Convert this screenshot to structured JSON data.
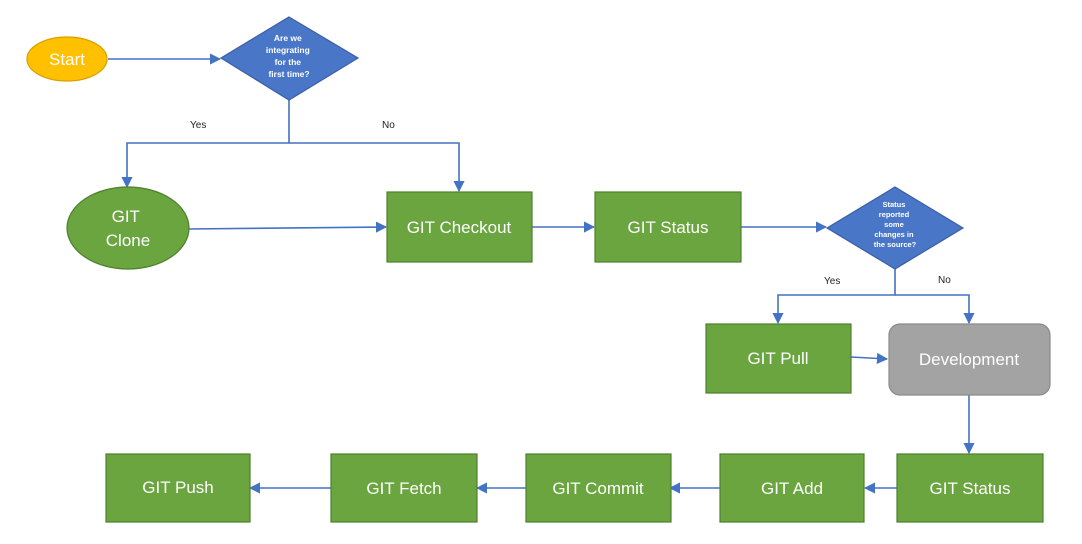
{
  "colors": {
    "process": "#6aa53f",
    "process_border": "#4f7f2e",
    "decision": "#4a76c8",
    "decision_border": "#3a5fa6",
    "start": "#ffc000",
    "start_border": "#d9a000",
    "activity": "#a3a3a3",
    "activity_border": "#8a8a8a",
    "line": "#4472c4"
  },
  "nodes": {
    "start": "Start",
    "decision_first": [
      "Are we",
      "integrating",
      "for the",
      "first time?"
    ],
    "clone": [
      "GIT",
      "Clone"
    ],
    "checkout": "GIT Checkout",
    "status1": "GIT Status",
    "decision_changes": [
      "Status",
      "reported",
      "some",
      "changes in",
      "the source?"
    ],
    "pull": "GIT Pull",
    "development": "Development",
    "status2": "GIT Status",
    "add": "GIT Add",
    "commit": "GIT Commit",
    "fetch": "GIT Fetch",
    "push": "GIT Push"
  },
  "edge_labels": {
    "first_yes": "Yes",
    "first_no": "No",
    "changes_yes": "Yes",
    "changes_no": "No"
  }
}
